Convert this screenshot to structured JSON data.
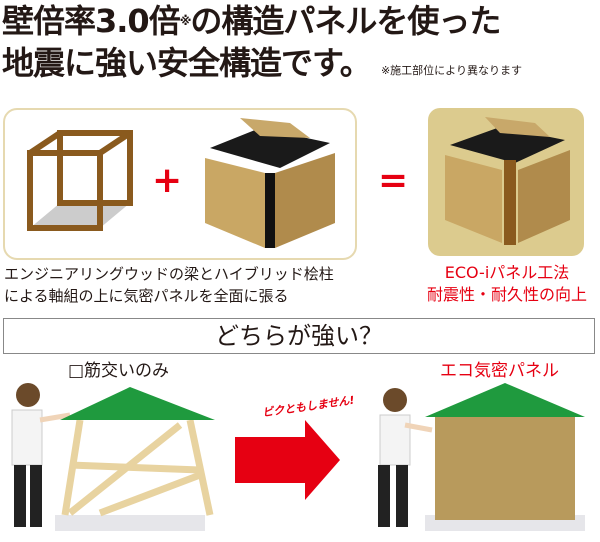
{
  "title": {
    "line1_a": "壁倍率3.0倍",
    "line1_mark": "※",
    "line1_b": "の構造パネルを使った",
    "line2": "地震に強い安全構造です。",
    "note": "※施工部位により異なります"
  },
  "diagram": {
    "plus": "+",
    "equals": "=",
    "left_caption": [
      "エンジニアリングウッドの梁とハイブリッド桧柱",
      "による軸組の上に気密パネルを全面に張る"
    ],
    "right_caption": [
      "ECO-iパネル工法",
      "耐震性・耐久性の向上"
    ]
  },
  "comparison": {
    "question": "どちらが強い？",
    "left_label": "□筋交いのみ",
    "right_label": "エコ気密パネル",
    "callout": "ビクともしません!"
  },
  "colors": {
    "accent_red": "#e60012",
    "roof_green": "#1f9a3e",
    "panel_brown": "#b89a5c",
    "wood": "#e8d3a0"
  }
}
